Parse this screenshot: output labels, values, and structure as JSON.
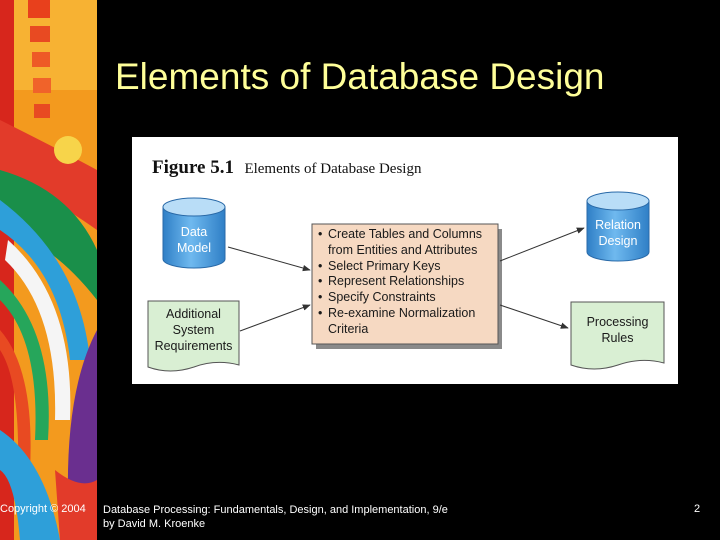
{
  "slide": {
    "title": "Elements of Database Design",
    "page_number": "2"
  },
  "figure": {
    "number": "Figure 5.1",
    "caption": "Elements of Database Design",
    "inputs": {
      "data_model": [
        "Data",
        "Model"
      ],
      "additional_requirements": [
        "Additional",
        "System",
        "Requirements"
      ]
    },
    "center_items": [
      "Create Tables and Columns from Entities and Attributes",
      "Select Primary Keys",
      "Represent Relationships",
      "Specify Constraints",
      "Re-examine Normalization Criteria"
    ],
    "outputs": {
      "relation_design": [
        "Relation",
        "Design"
      ],
      "processing_rules": [
        "Processing",
        "Rules"
      ]
    },
    "colors": {
      "cylinder": "#4fa3e6",
      "cylinder_top": "#b9ddf7",
      "center_box": "#f6d9c2",
      "document": "#d9efd3"
    }
  },
  "footer": {
    "copyright": "Copyright © 2004",
    "book_line1": "Database Processing: Fundamentals, Design, and Implementation, 9/e",
    "book_line2": "by David M. Kroenke"
  },
  "theme": {
    "title_color": "#ffff99",
    "background": "#000000"
  }
}
